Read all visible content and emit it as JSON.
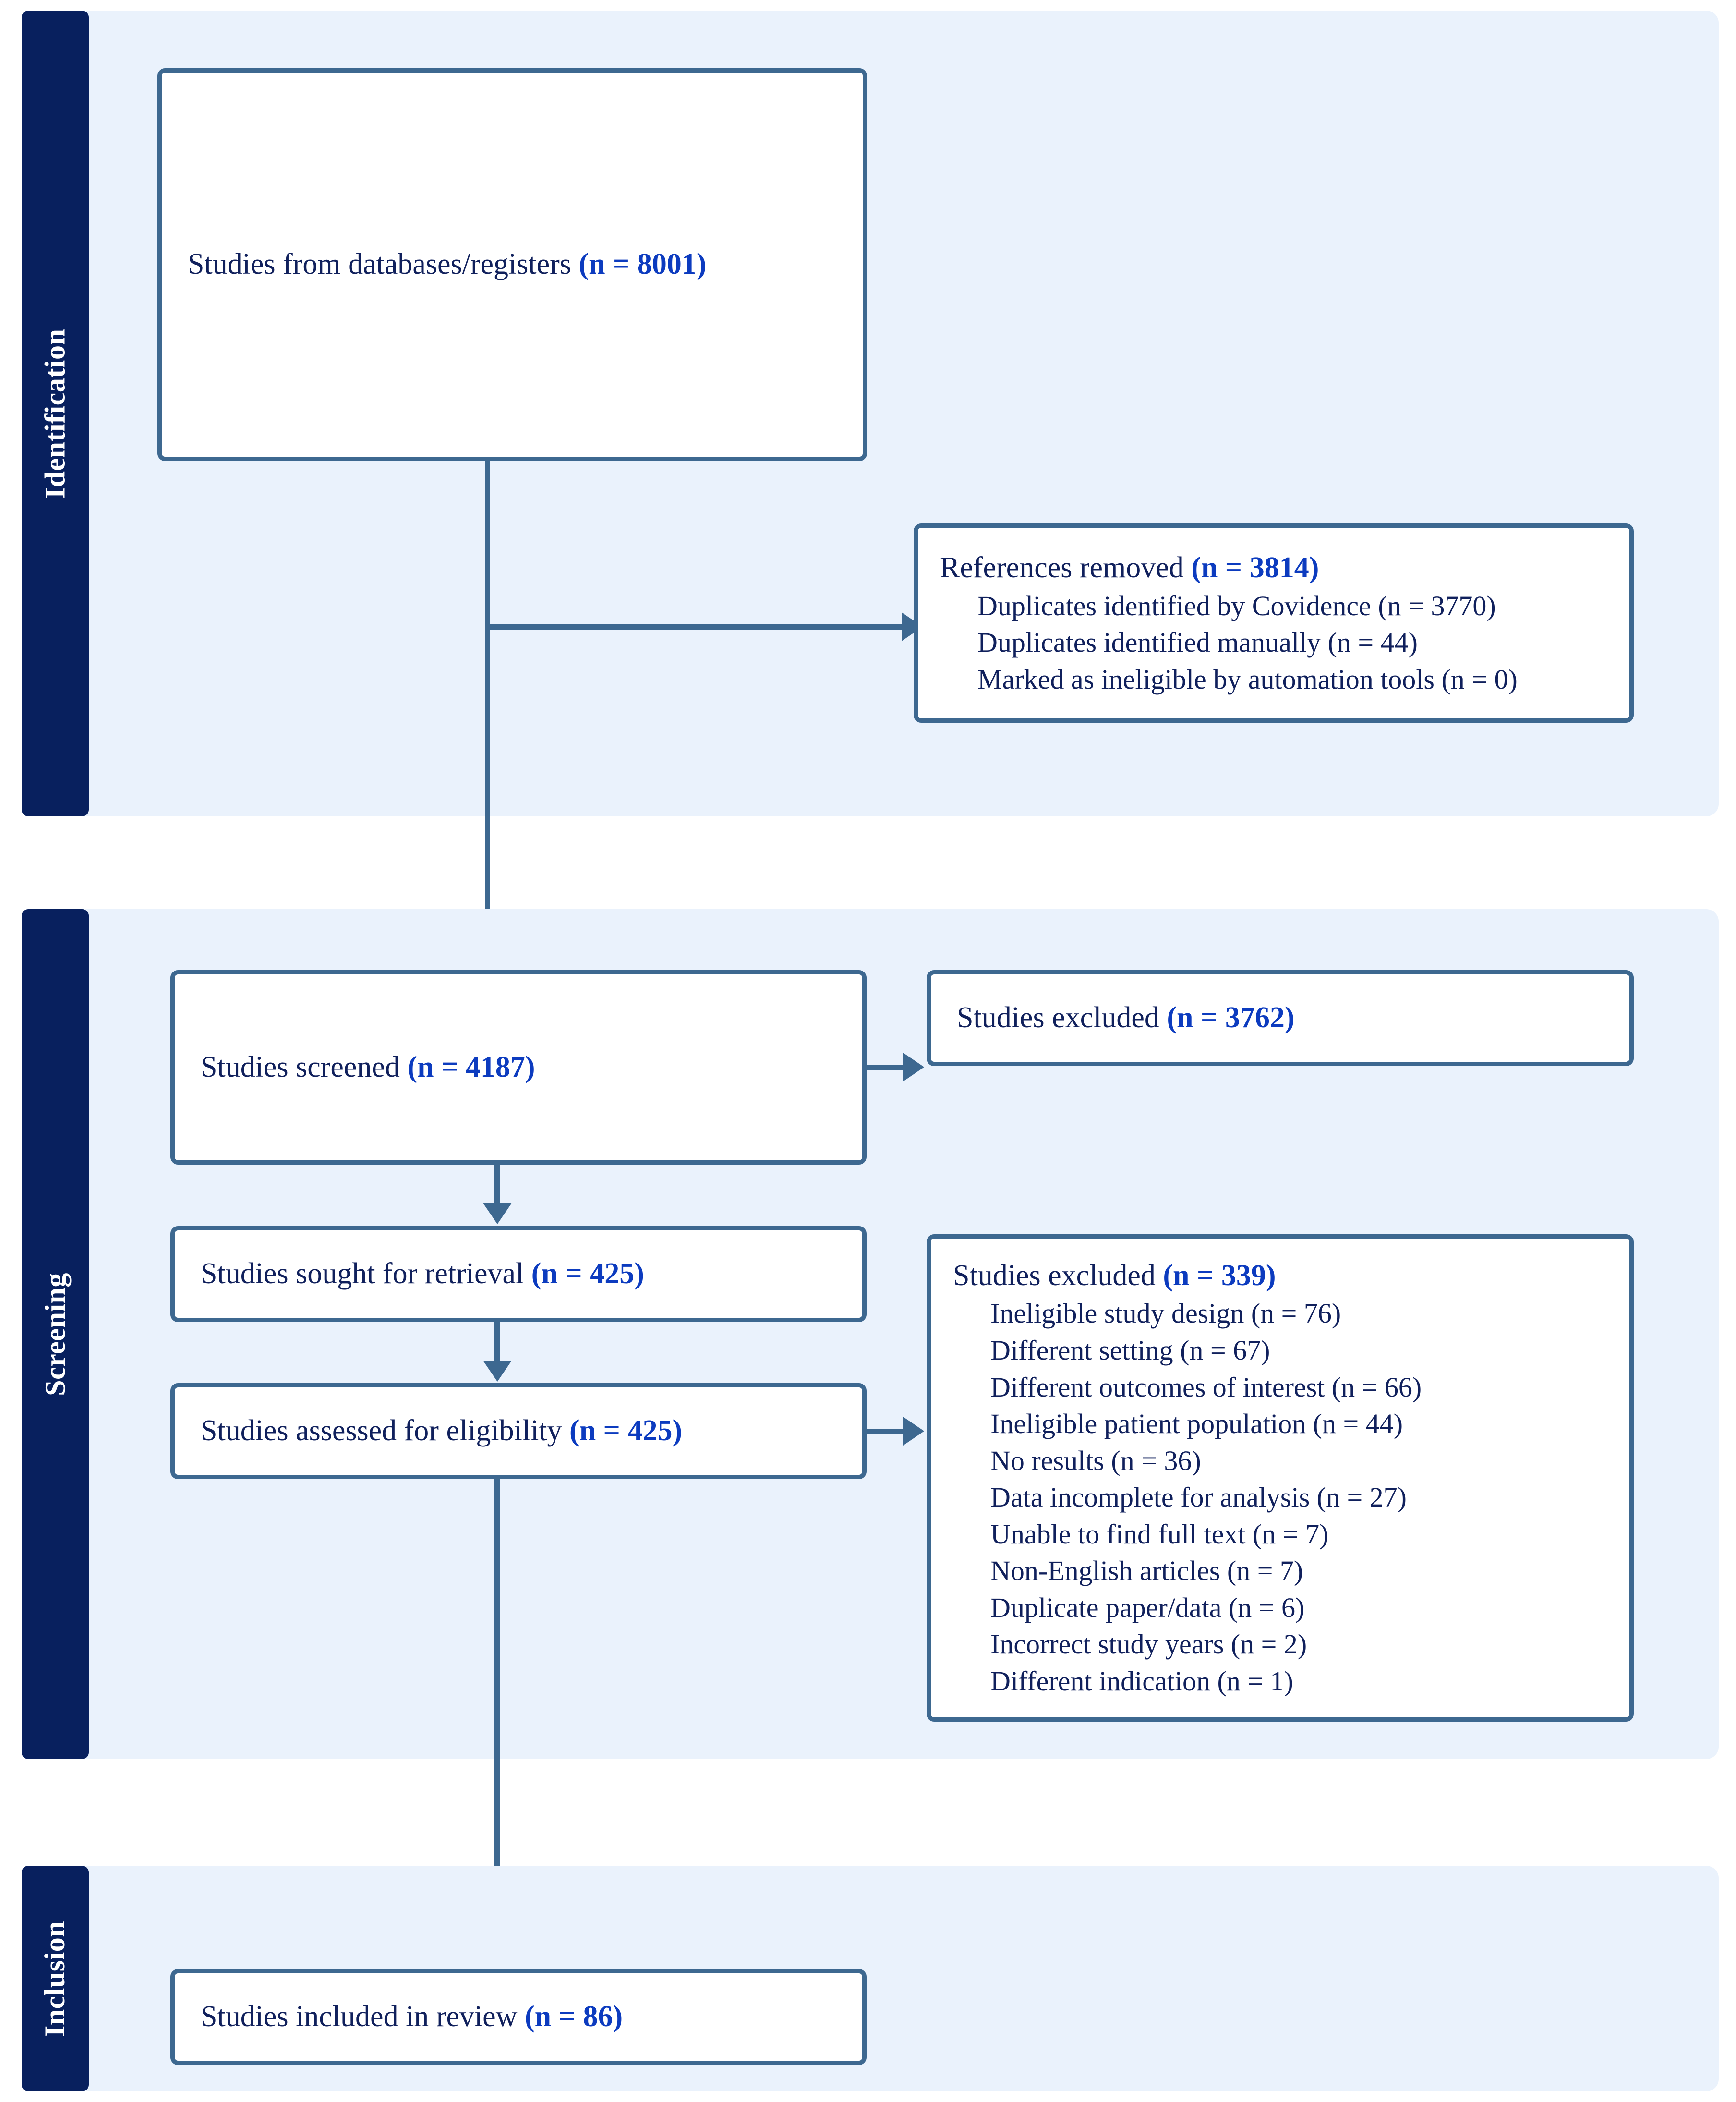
{
  "diagram": {
    "type": "PRISMA flow diagram",
    "stages": [
      {
        "key": "identification",
        "label": "Identification",
        "boxes": [
          {
            "name": "studies-from-databases",
            "text": "Studies from databases/registers ",
            "count_label": "(n = 8001)"
          },
          {
            "name": "references-removed",
            "text": "References removed ",
            "count_label": "(n = 3814)",
            "sub_items": [
              "Duplicates identified by Covidence (n = 3770)",
              "Duplicates identified manually (n = 44)",
              "Marked as ineligible by automation tools (n = 0)"
            ]
          }
        ]
      },
      {
        "key": "screening",
        "label": "Screening",
        "boxes": [
          {
            "name": "studies-screened",
            "text": "Studies screened ",
            "count_label": "(n = 4187)"
          },
          {
            "name": "studies-excluded-screening",
            "text": "Studies excluded ",
            "count_label": "(n = 3762)"
          },
          {
            "name": "studies-sought-for-retrieval",
            "text": "Studies sought for retrieval ",
            "count_label": "(n = 425)"
          },
          {
            "name": "studies-assessed-for-eligibility",
            "text": "Studies assessed for eligibility ",
            "count_label": "(n = 425)"
          },
          {
            "name": "studies-excluded-eligibility",
            "text": "Studies excluded ",
            "count_label": "(n = 339)",
            "sub_items": [
              "Ineligible study design (n = 76)",
              "Different setting (n = 67)",
              "Different outcomes of interest (n = 66)",
              "Ineligible patient population (n = 44)",
              "No results (n = 36)",
              "Data incomplete for analysis (n = 27)",
              "Unable to find full text (n = 7)",
              "Non-English articles (n = 7)",
              "Duplicate paper/data (n = 6)",
              "Incorrect study years (n = 2)",
              "Different indication (n = 1)"
            ]
          }
        ]
      },
      {
        "key": "inclusion",
        "label": "Inclusion",
        "boxes": [
          {
            "name": "studies-included-in-review",
            "text": "Studies included in review ",
            "count_label": "(n = 86)"
          }
        ]
      }
    ],
    "colors": {
      "stage_band": "#08205e",
      "panel_background": "#eaf2fc",
      "box_border": "#3d6890",
      "box_fill": "#ffffff",
      "body_text": "#10205c",
      "count_text": "#0c3bbf",
      "connector": "#3d6890"
    }
  }
}
